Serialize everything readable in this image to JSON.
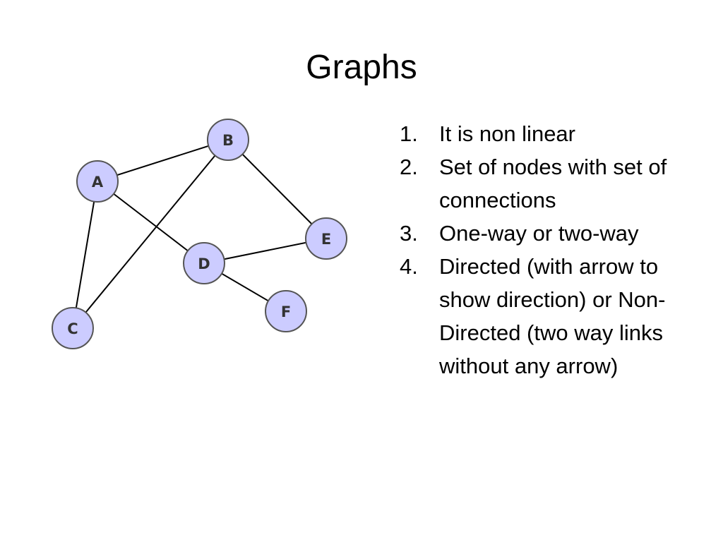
{
  "title": "Graphs",
  "graph": {
    "nodes": [
      {
        "id": "A",
        "label": "A"
      },
      {
        "id": "B",
        "label": "B"
      },
      {
        "id": "C",
        "label": "C"
      },
      {
        "id": "D",
        "label": "D"
      },
      {
        "id": "E",
        "label": "E"
      },
      {
        "id": "F",
        "label": "F"
      }
    ],
    "edges": [
      {
        "from": "A",
        "to": "B"
      },
      {
        "from": "A",
        "to": "C"
      },
      {
        "from": "A",
        "to": "D"
      },
      {
        "from": "B",
        "to": "C"
      },
      {
        "from": "B",
        "to": "E"
      },
      {
        "from": "D",
        "to": "E"
      },
      {
        "from": "D",
        "to": "F"
      }
    ],
    "node_fill": "#ccccff",
    "node_stroke": "#555555"
  },
  "points": [
    {
      "number": "1.",
      "text": "It is non linear"
    },
    {
      "number": "2.",
      "text": "Set of nodes with set of connections"
    },
    {
      "number": "3.",
      "text": "One-way or two-way"
    },
    {
      "number": "4.",
      "text": "Directed (with arrow to show direction) or Non-Directed (two way links without any arrow)"
    }
  ]
}
